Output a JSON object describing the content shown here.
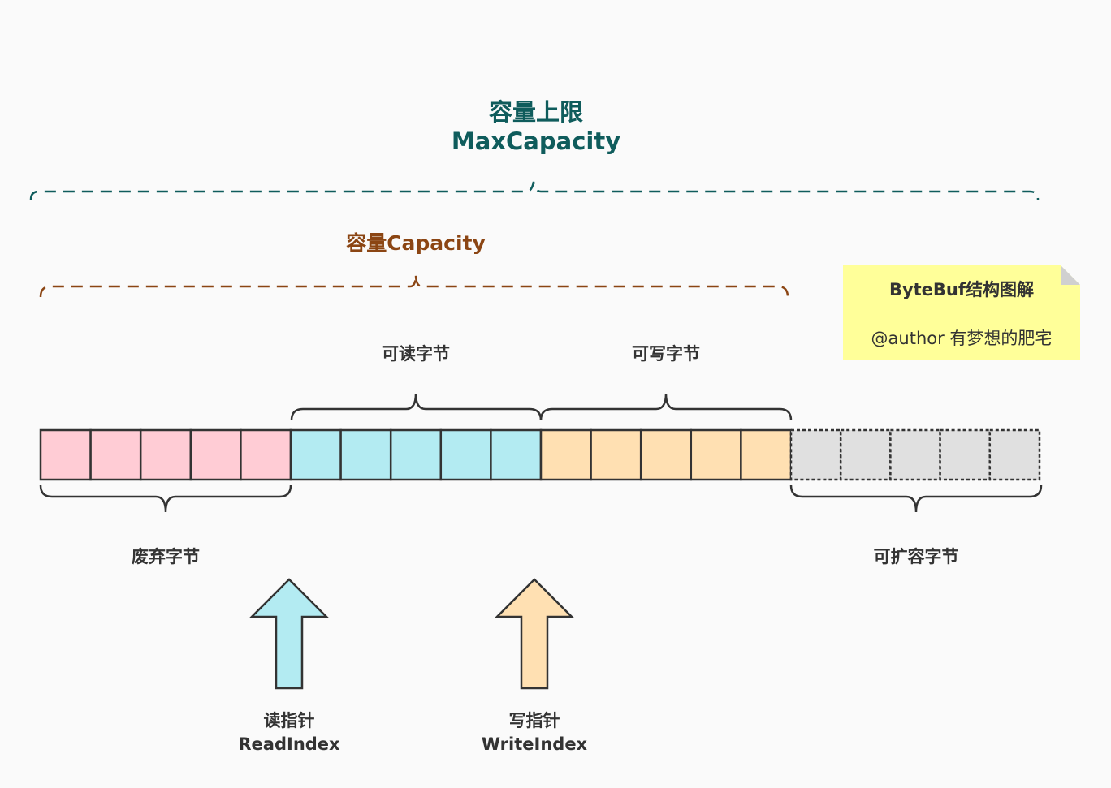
{
  "max_capacity": {
    "line1": "容量上限",
    "line2": "MaxCapacity",
    "color": "#0f5c5c"
  },
  "capacity": {
    "label": "容量Capacity",
    "color": "#8b4513"
  },
  "note": {
    "title": "ByteBuf结构图解",
    "author": "@author 有梦想的肥宅"
  },
  "groups": {
    "readable": "可读字节",
    "writable": "可写字节",
    "discarded": "废弃字节",
    "expandable": "可扩容字节"
  },
  "pointers": {
    "read": {
      "line1": "读指针",
      "line2": "ReadIndex"
    },
    "write": {
      "line1": "写指针",
      "line2": "WriteIndex"
    }
  },
  "cells": {
    "discarded": {
      "count": 5,
      "color": "#ffccd5"
    },
    "readable": {
      "count": 5,
      "color": "#b3ebf2"
    },
    "writable": {
      "count": 5,
      "color": "#ffe0b2"
    },
    "expandable": {
      "count": 5,
      "color": "#e0e0e0"
    }
  }
}
